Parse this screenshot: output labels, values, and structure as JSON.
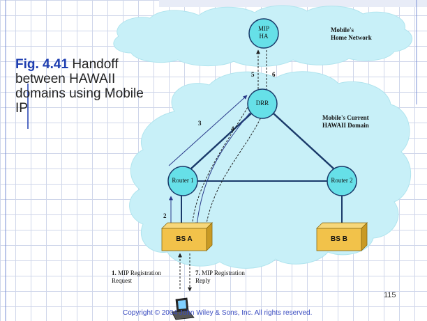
{
  "title": {
    "fig_number": "Fig. 4.41",
    "text": "Handoff between HAWAII domains using Mobile IP"
  },
  "clouds": {
    "home": "Mobile's\nHome Network",
    "current": "Mobile's Current\nHAWAII Domain"
  },
  "nodes": {
    "mip_ha": "MIP\nHA",
    "drr": "DRR",
    "router1": "Router 1",
    "router2": "Router 2",
    "bs_a": "BS A",
    "bs_b": "BS B"
  },
  "step_labels": {
    "s2": "2",
    "s3": "3",
    "s4": "4",
    "s5": "5",
    "s6": "6"
  },
  "registration": {
    "request_num": "1.",
    "request": "MIP Registration\nRequest",
    "reply_num": "7.",
    "reply": "MIP Registration\nReply"
  },
  "footer": {
    "copyright": "Copyright © 2004 John Wiley & Sons, Inc. All rights reserved.",
    "page": "115"
  },
  "icons": {
    "mobile_device": "laptop-icon"
  },
  "colors": {
    "cloud": "#c8f0f8",
    "node": "#66e0e8",
    "bs": "#f2c24a",
    "title_accent": "#1d3db0"
  }
}
